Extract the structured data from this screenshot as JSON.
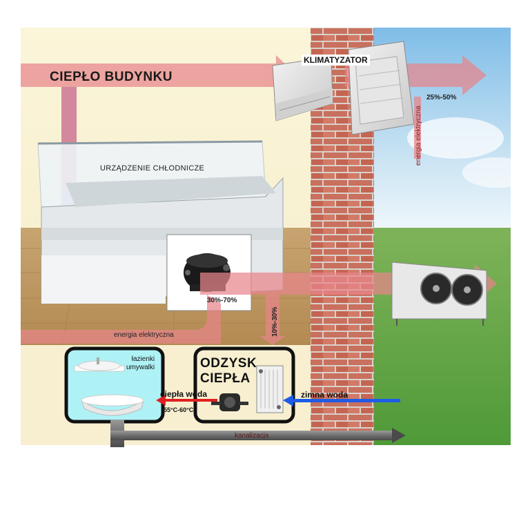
{
  "labels": {
    "building_heat": "CIEPŁO BUDYNKU",
    "air_conditioner": "KLIMATYZATOR",
    "refrigeration_unit": "URZĄDZENIE CHŁODNICZE",
    "electric_energy_top": "energia elektryczna",
    "percent_ac": "25%-50%",
    "percent_compressor": "30%-70%",
    "percent_recovery": "10%-30%",
    "electric_energy_bottom": "energia elektryczna",
    "bathrooms_line1": "łazienki",
    "bathrooms_line2": "umywalki",
    "heat_recovery_line1": "ODZYSK",
    "heat_recovery_line2": "CIEPŁA",
    "hot_water": "ciepła woda",
    "hot_water_temp": "55°C-60°C",
    "cold_water": "zimna woda",
    "sewage": "kanalizacja"
  },
  "colors": {
    "heat_arrow": "#e8858a",
    "cold_flow": "#7070d8",
    "cold_water_arrow": "#1e5ce8",
    "hot_water_arrow": "#e02020",
    "panel_bg": "#aef2f6",
    "panel_border": "#111111",
    "wall_brick": "#c96a5a",
    "sky": "#8ec6ea",
    "grass": "#5aa040",
    "floor_wood": "#c9a46a",
    "room_wall": "#f8f0cf"
  },
  "icons": {
    "compressor": "compressor-icon",
    "heat_exchanger": "plate-heat-exchanger-icon",
    "pump": "circulation-pump-icon",
    "condenser": "condenser-fan-unit-icon",
    "ac_indoor": "ac-indoor-unit-icon",
    "ac_outdoor": "ac-outdoor-unit-icon",
    "sink": "sink-icon",
    "bathtub": "bathtub-icon"
  }
}
